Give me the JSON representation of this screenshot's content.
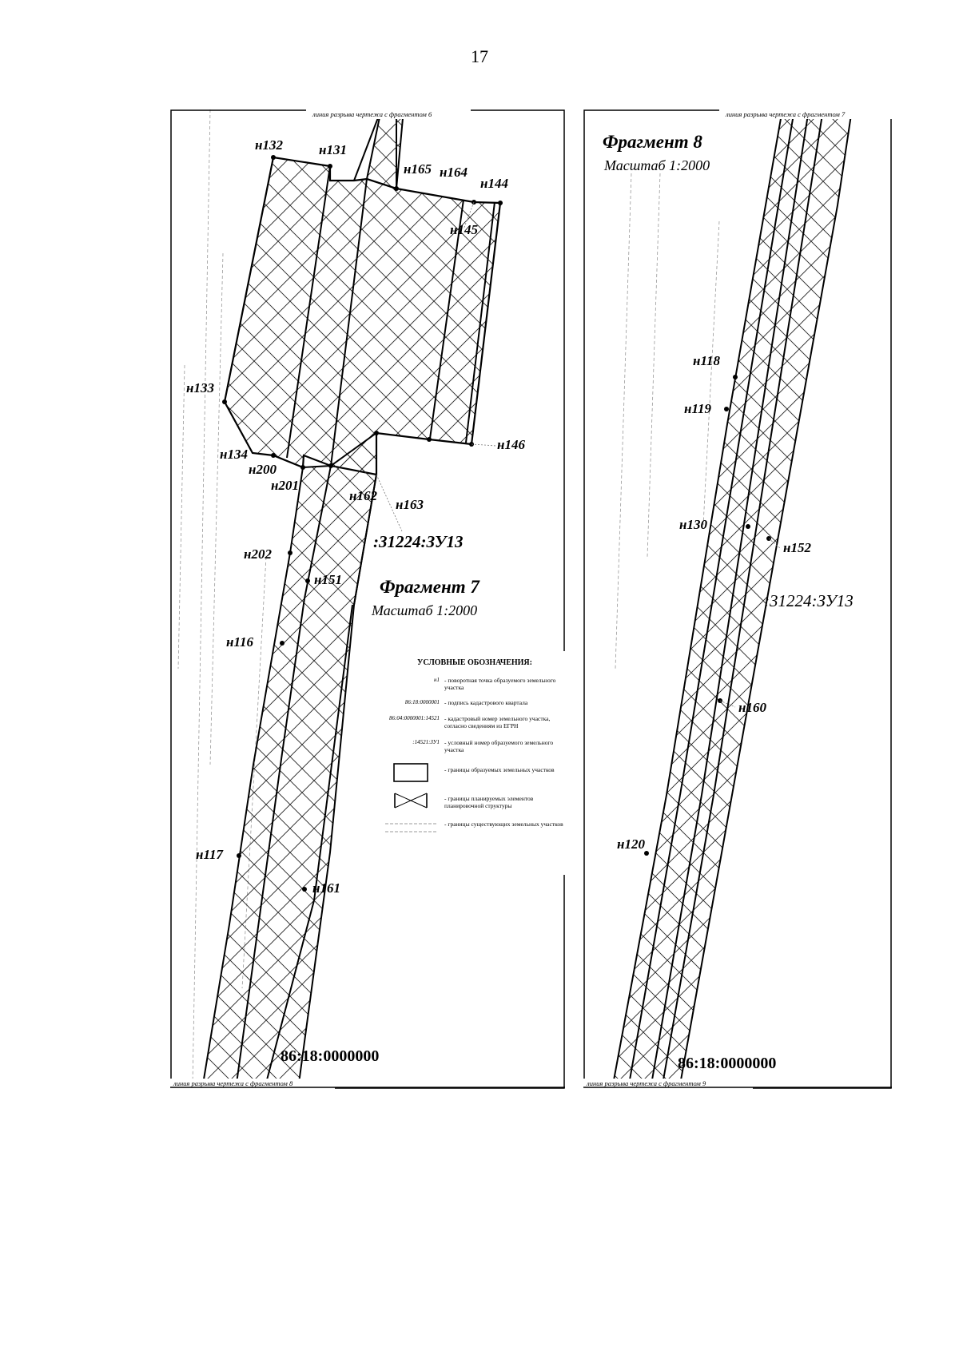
{
  "page_number": "17",
  "fragment7": {
    "top_break_label": "линия разрыва чертежа с фрагментом 6",
    "bottom_break_label": "линия разрыва чертежа с фрагментом 8",
    "title": "Фрагмент 7",
    "scale": "Масштаб 1:2000",
    "parcel_label": ":31224:ЗУ13",
    "quarter_label": "86:18:0000000",
    "points": [
      "н132",
      "н131",
      "н165",
      "н164",
      "н144",
      "н145",
      "н133",
      "н146",
      "н134",
      "н200",
      "н201",
      "н162",
      "н163",
      "н202",
      "н151",
      "н116",
      "н117",
      "н161"
    ]
  },
  "fragment8": {
    "top_break_label": "линия разрыва чертежа с фрагментом 7",
    "bottom_break_label": "линия разрыва чертежа с фрагментом 9",
    "title": "Фрагмент 8",
    "scale": "Масштаб 1:2000",
    "parcel_label": ":31224:ЗУ13",
    "quarter_label": "86:18:0000000",
    "points": [
      "н118",
      "н119",
      "н130",
      "н152",
      "н160",
      "н120"
    ]
  },
  "legend": {
    "title": "УСЛОВНЫЕ ОБОЗНАЧЕНИЯ:",
    "items": [
      {
        "symbol": "н1",
        "text": "- поворотная точка образуемого земельного участка"
      },
      {
        "symbol": "86:18:0000001",
        "text": "- подпись кадастрового квартала"
      },
      {
        "symbol": "86:04:0000001:14521",
        "text": "- кадастровый номер земельного участка, согласно сведениям из ЕГРН"
      },
      {
        "symbol": ":14521:ЗУ1",
        "text": "- условный номер образуемого земельного участка"
      },
      {
        "symbol": "",
        "text": "- границы образуемых земельных участков"
      },
      {
        "symbol": "",
        "text": "- границы планируемых элементов планировочной структуры"
      },
      {
        "symbol": "",
        "text": "- границы существующих земельных участков"
      }
    ]
  }
}
